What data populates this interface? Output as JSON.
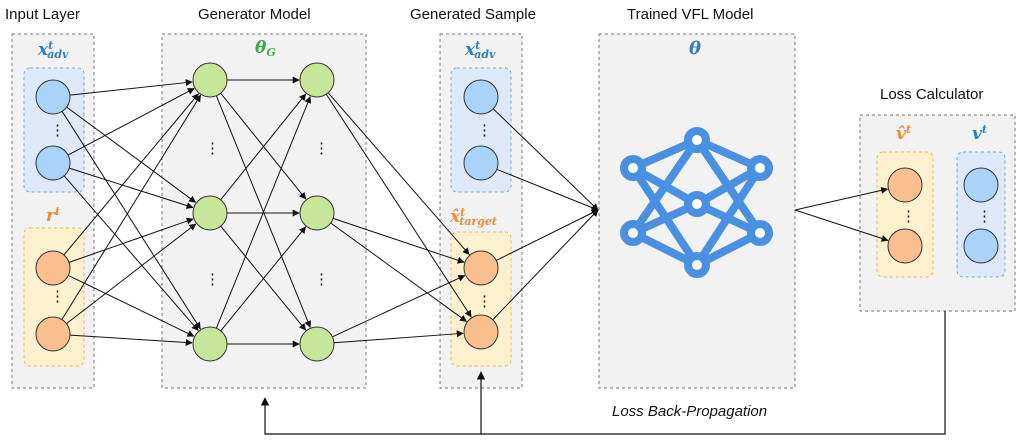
{
  "headers": {
    "input": "Input Layer",
    "generator": "Generator Model",
    "generated": "Generated Sample",
    "vfl": "Trained VFL Model",
    "loss": "Loss Calculator"
  },
  "symbols": {
    "x_adv_base": "x",
    "x_adv_sup": "t",
    "x_adv_sub": "adv",
    "r_base": "r",
    "r_sup": "t",
    "theta_g_base": "θ",
    "theta_g_sub": "G",
    "x_target_base": "x̂",
    "x_target_sup": "t",
    "x_target_sub": "target",
    "theta": "θ",
    "v_hat_base": "v̂",
    "v_hat_sup": "t",
    "v_base": "v",
    "v_sup": "t"
  },
  "backprop_label": "Loss Back-Propagation",
  "ellipsis": "⋮",
  "colors": {
    "blue_fill": "#a9d3f8",
    "blue_stroke": "#5a9bd5",
    "orange_fill": "#f9bf8f",
    "green_fill": "#c6e69a",
    "blue_panel": "#dde9f8",
    "orange_panel": "#fdf0cf",
    "gray_panel": "#f2f2f2",
    "network_icon": "#4a90e2"
  }
}
